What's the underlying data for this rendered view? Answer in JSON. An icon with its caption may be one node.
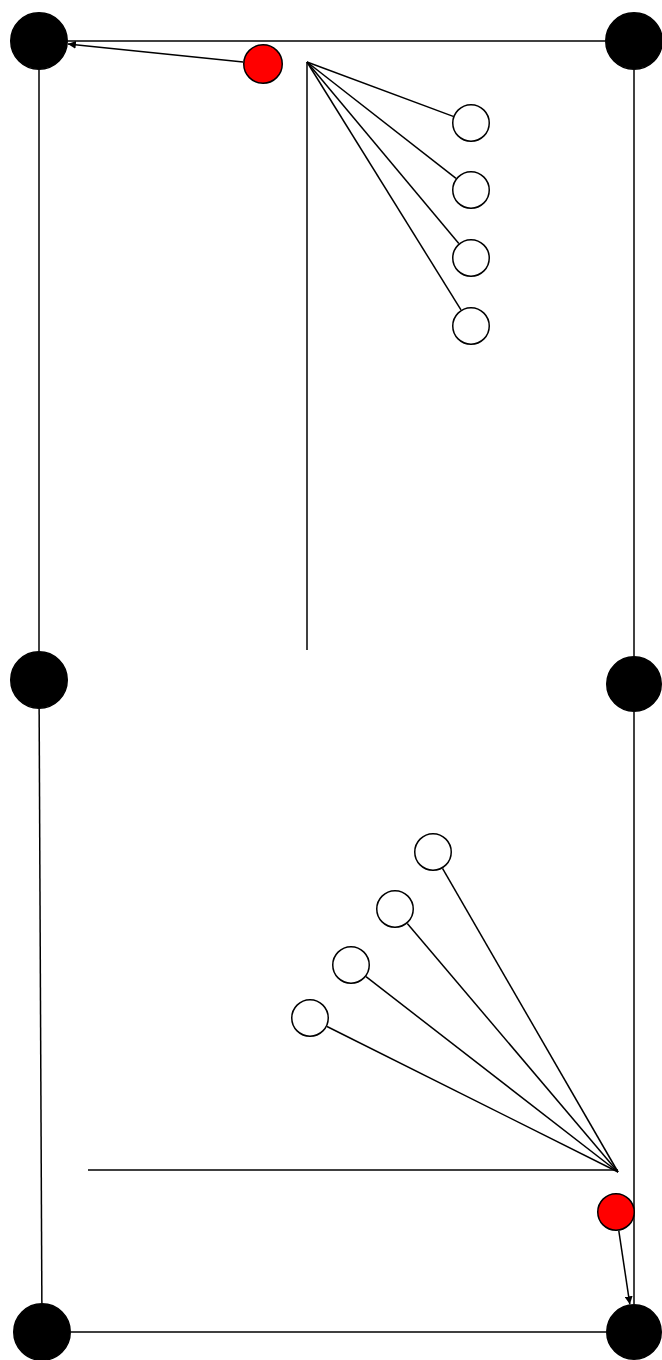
{
  "diagram": {
    "nodes": [
      {
        "text": [],
        "shape": "circle"
      },
      {
        "text": [],
        "shape": "circle"
      },
      {
        "text": [],
        "shape": "circle"
      },
      {
        "text": [],
        "shape": "circle"
      },
      {
        "text": [],
        "shape": "circle"
      },
      {
        "text": [],
        "shape": "circle"
      },
      {
        "text": [],
        "shape": "circle"
      },
      {
        "text": [],
        "shape": "circle"
      },
      {
        "text": [],
        "shape": "circle"
      },
      {
        "text": [],
        "shape": "circle"
      },
      {
        "text": [],
        "shape": "circle"
      },
      {
        "text": [],
        "shape": "circle"
      },
      {
        "text": [],
        "shape": "circle"
      },
      {
        "text": [],
        "shape": "circle"
      },
      {
        "text": [],
        "shape": "circle"
      },
      {
        "text": [],
        "shape": "circle"
      }
    ],
    "edges": [
      {
        "from": 0,
        "to": 2,
        "arrow": "none"
      },
      {
        "from": 0,
        "to": 7,
        "arrow": "none"
      },
      {
        "from": 7,
        "to": 14,
        "arrow": "none"
      },
      {
        "from": 2,
        "to": 8,
        "arrow": "none"
      },
      {
        "from": 8,
        "to": 15,
        "arrow": "none"
      },
      {
        "from": 14,
        "to": 15,
        "arrow": "none"
      },
      {
        "from": 1,
        "to": 0,
        "arrow": "to"
      },
      {
        "from": 13,
        "to": 15,
        "arrow": "to"
      },
      {
        "from": null,
        "to": 3,
        "arrow": "none"
      },
      {
        "from": null,
        "to": 4,
        "arrow": "none"
      },
      {
        "from": null,
        "to": 5,
        "arrow": "none"
      },
      {
        "from": null,
        "to": 6,
        "arrow": "none"
      },
      {
        "from": null,
        "to": 9,
        "arrow": "none"
      },
      {
        "from": null,
        "to": 10,
        "arrow": "none"
      },
      {
        "from": null,
        "to": 11,
        "arrow": "none"
      },
      {
        "from": null,
        "to": 12,
        "arrow": "none"
      }
    ]
  }
}
